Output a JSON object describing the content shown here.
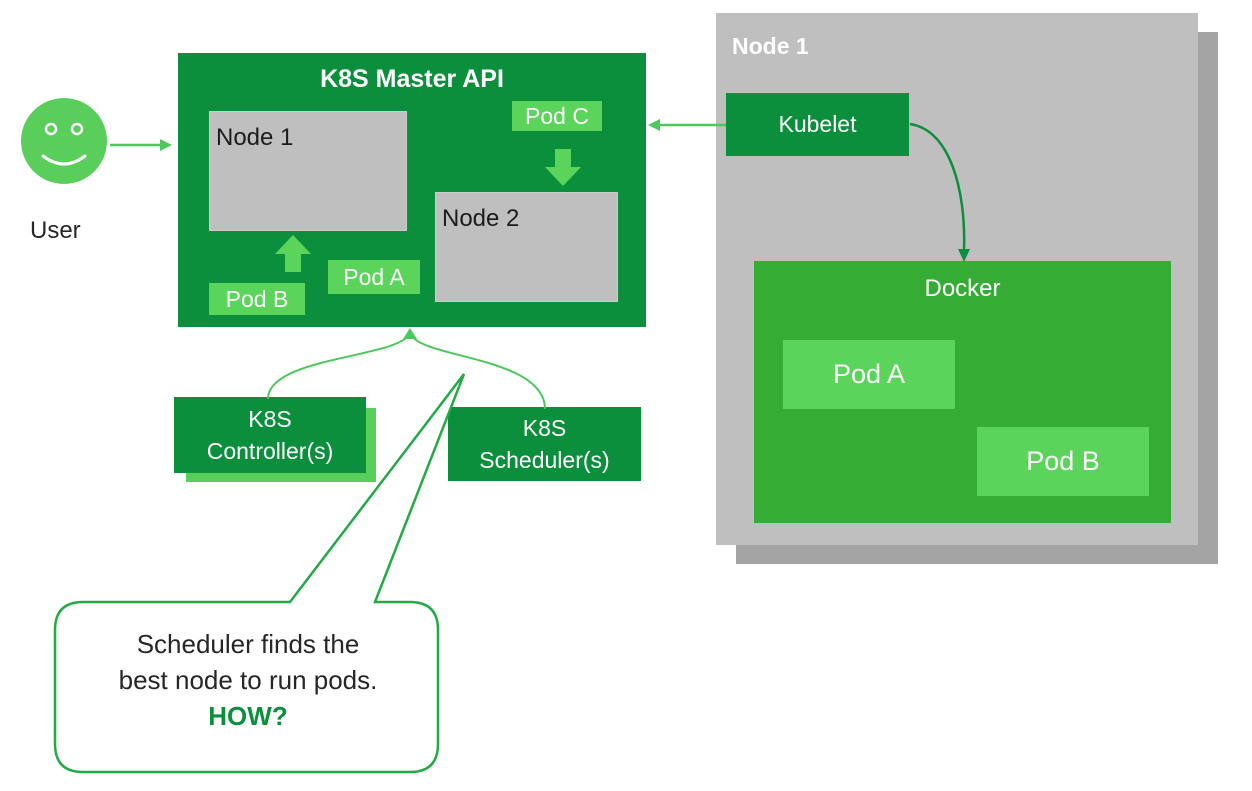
{
  "user": {
    "label": "User"
  },
  "master": {
    "title": "K8S Master API",
    "node1_label": "Node 1",
    "node2_label": "Node 2",
    "pod_c": "Pod C",
    "pod_b": "Pod B",
    "pod_a": "Pod A"
  },
  "controllers": {
    "line1": "K8S",
    "line2": "Controller(s)"
  },
  "scheduler": {
    "line1": "K8S",
    "line2": "Scheduler(s)"
  },
  "worker": {
    "title": "Node 1",
    "kubelet": "Kubelet",
    "docker": "Docker",
    "pod_a": "Pod A",
    "pod_b": "Pod B"
  },
  "callout": {
    "line1": "Scheduler finds the",
    "line2": "best node to run pods.",
    "line3": "HOW?"
  },
  "colors": {
    "dark_green": "#0b8f3c",
    "light_green": "#5ad45a",
    "docker_green": "#35ad35",
    "node_gray": "#bfbfbf",
    "shadow_gray": "#a4a4a4",
    "arrow_green": "#4cc85c",
    "callout_border": "#22aa44"
  },
  "icons": {
    "user": "smiley-face-icon",
    "arrows": [
      "arrow-right-icon",
      "arrow-left-icon",
      "arrow-up-icon",
      "arrow-down-icon"
    ]
  }
}
